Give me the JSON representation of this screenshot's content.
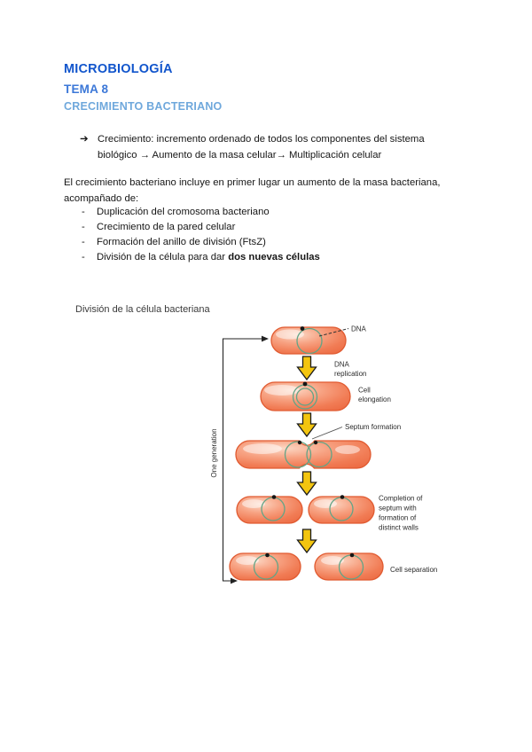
{
  "page": {
    "header": {
      "title": "MICROBIOLOGÍA",
      "subtitle": "TEMA 8",
      "section": "CRECIMIENTO BACTERIANO"
    },
    "intro_bullet": {
      "marker": "➔",
      "line1": "Crecimiento: incremento ordenado de todos los componentes del sistema",
      "line2": "biológico → Aumento de la masa celular→ Multiplicación celular"
    },
    "paragraph": {
      "line1": "El crecimiento bacteriano incluye en primer lugar un aumento de la masa bacteriana,",
      "line2": "acompañado de:"
    },
    "list": {
      "marker": "-",
      "items": [
        {
          "text": "Duplicación del cromosoma bacteriano"
        },
        {
          "text": "Crecimiento de la pared celular"
        },
        {
          "text": "Formación del anillo de división (FtsZ)"
        },
        {
          "text": "División de la célula para dar ",
          "bold": "dos nuevas células"
        }
      ]
    },
    "figure": {
      "title": "División de la célula bacteriana",
      "side_label": "One generation",
      "labels": {
        "dna": "DNA",
        "dna_replication_1": "DNA",
        "dna_replication_2": "replication",
        "cell_elongation_1": "Cell",
        "cell_elongation_2": "elongation",
        "septum_formation": "Septum formation",
        "completion_1": "Completion of",
        "completion_2": "septum with",
        "completion_3": "formation of",
        "completion_4": "distinct walls",
        "cell_separation": "Cell separation"
      }
    },
    "colors": {
      "heading_1": "#1155cc",
      "heading_2": "#3c78d8",
      "heading_3": "#6fa8dc",
      "cell_fill": "#f79d7b",
      "cell_stroke": "#e05a30",
      "dna_ring": "#63a486",
      "arrow_fill": "#f3c50f",
      "text": "#161616"
    }
  }
}
